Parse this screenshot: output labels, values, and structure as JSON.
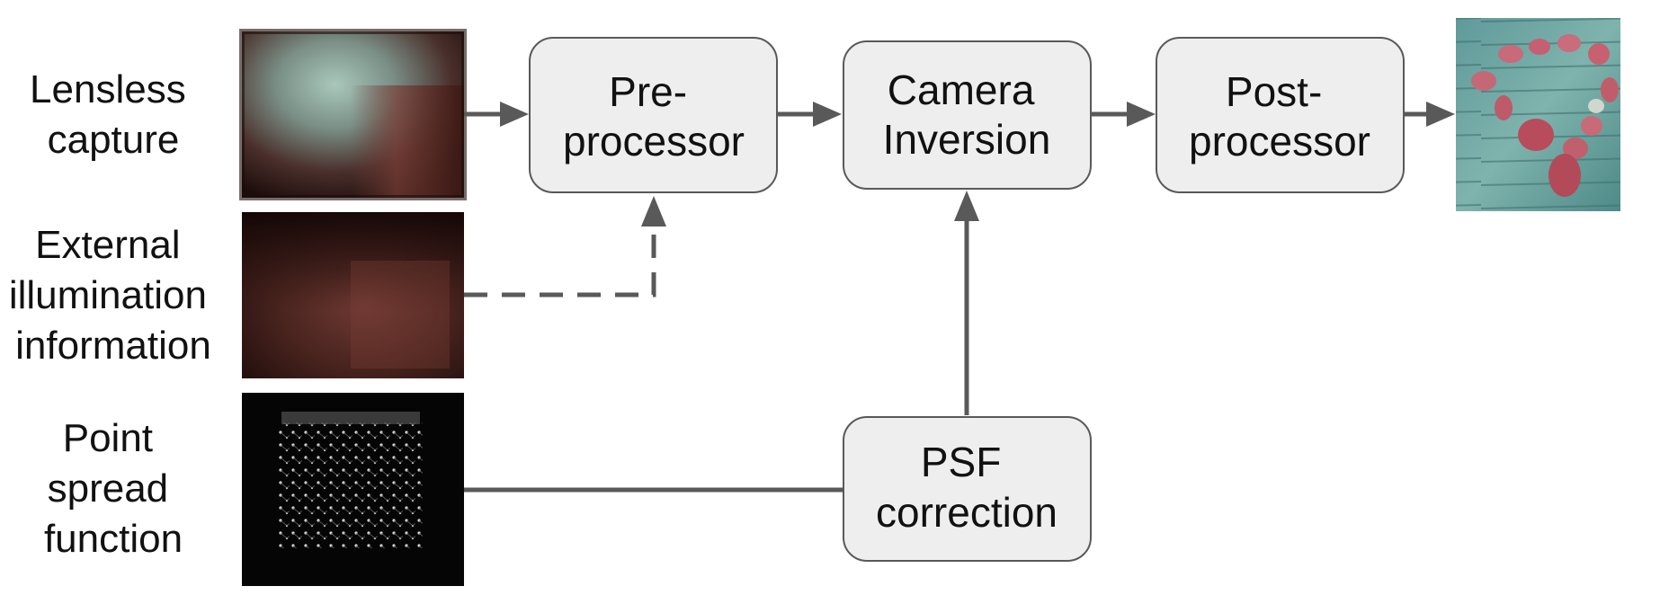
{
  "inputs": {
    "lensless_capture": [
      "Lensless",
      "capture"
    ],
    "external_illumination": [
      "External",
      "illumination",
      "information"
    ],
    "psf": [
      "Point",
      "spread",
      "function"
    ]
  },
  "blocks": {
    "preprocessor": [
      "Pre-",
      "processor"
    ],
    "camera_inversion": [
      "Camera",
      "Inversion"
    ],
    "postprocessor": [
      "Post-",
      "processor"
    ],
    "psf_correction": [
      "PSF",
      "correction"
    ]
  },
  "colors": {
    "arrow": "#595959",
    "box_fill": "#eeeeee",
    "box_stroke": "#595959",
    "text": "#111111"
  },
  "icons": {
    "lensless_capture": "blurry-lensless-measurement-image",
    "external_illumination": "ambient-illumination-image",
    "psf": "caustic-point-spread-function-image",
    "output": "reconstructed-rose-petals-image"
  }
}
